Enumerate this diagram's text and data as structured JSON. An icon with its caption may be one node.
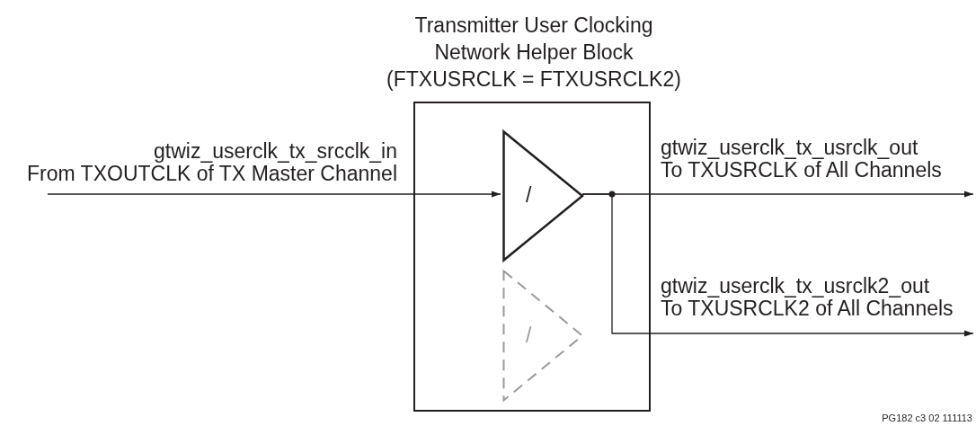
{
  "diagram": {
    "nodes": [
      {
        "text": [
          "Transmitter User Clocking Network Helper Block",
          "(FTXUSRCLK = FTXUSRCLK2)"
        ]
      },
      {
        "text": [
          "/"
        ],
        "in": 0
      },
      {
        "text": [
          "/"
        ],
        "in": 0
      },
      {
        "text": [
          "gtwiz_userclk_tx_srcclk_in",
          "From TXOUTCLK of TX Master Channel"
        ]
      },
      {
        "text": [
          "gtwiz_userclk_tx_usrclk_out",
          "To TXUSRCLK of All Channels"
        ]
      },
      {
        "text": [
          "gtwiz_userclk_tx_usrclk2_out",
          "To TXUSRCLK2 of All Channels"
        ]
      }
    ],
    "edges": [
      {
        "from": 3,
        "to": 1,
        "arrow": "to"
      },
      {
        "from": 1,
        "to": 4,
        "arrow": "to"
      },
      {
        "from": 1,
        "to": 5,
        "arrow": "to"
      }
    ],
    "labels": [
      "PG182 c3 02 111113"
    ]
  }
}
